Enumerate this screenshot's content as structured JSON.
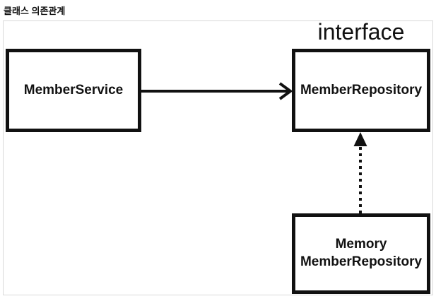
{
  "page": {
    "title": "클래스 의존관계"
  },
  "diagram": {
    "interface_label": "interface",
    "nodes": {
      "member_service": {
        "label": "MemberService"
      },
      "member_repository": {
        "label": "MemberRepository",
        "stereotype": "interface"
      },
      "memory_member_repository": {
        "label_line1": "Memory",
        "label_line2": "MemberRepository"
      }
    },
    "edges": [
      {
        "from": "member_service",
        "to": "member_repository",
        "line": "solid",
        "head": "open-arrow",
        "direction": "right"
      },
      {
        "from": "memory_member_repository",
        "to": "member_repository",
        "line": "dotted",
        "head": "filled-triangle",
        "direction": "up"
      }
    ],
    "colors": {
      "box_border": "#111111",
      "text": "#111111",
      "container_border": "#d9d9d9",
      "background": "#ffffff"
    }
  }
}
